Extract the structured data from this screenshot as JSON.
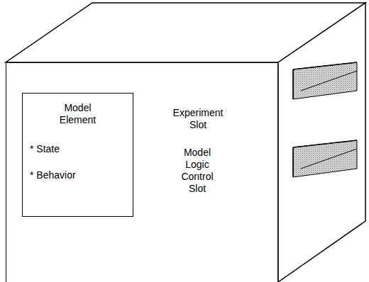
{
  "diagram": {
    "nodes": [
      {
        "text": [
          "Experiment Slot",
          "Model Logic Control Slot"
        ]
      },
      {
        "text": [
          "Model Element",
          "* State",
          "* Behavior"
        ],
        "in": 0
      }
    ]
  }
}
